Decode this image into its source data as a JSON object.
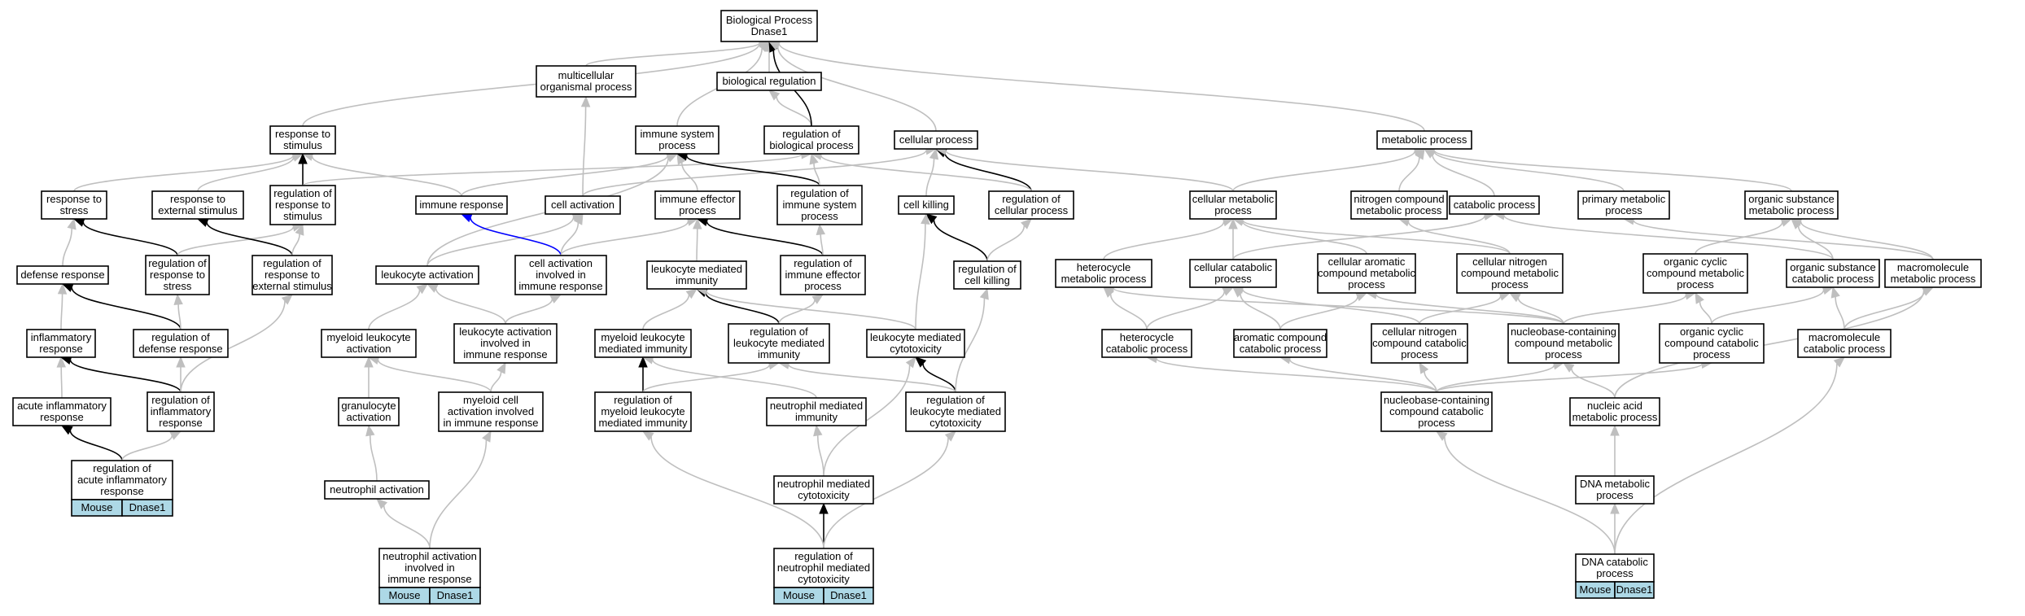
{
  "colors": {
    "edge_is_a": "#bfbfbf",
    "edge_regulates": "#000000",
    "edge_negatively_regulates": "#0000ff",
    "tag_fill": "#add8e6"
  },
  "nodes": [
    {
      "id": "bp",
      "lines": [
        "Biological Process",
        "Dnase1"
      ]
    },
    {
      "id": "multi",
      "lines": [
        "multicellular",
        "organismal process"
      ]
    },
    {
      "id": "bioreg",
      "lines": [
        "biological regulation"
      ]
    },
    {
      "id": "resp_stim",
      "lines": [
        "response to",
        "stimulus"
      ]
    },
    {
      "id": "imm_sys",
      "lines": [
        "immune system",
        "process"
      ]
    },
    {
      "id": "reg_bio",
      "lines": [
        "regulation of",
        "biological process"
      ]
    },
    {
      "id": "cell_proc",
      "lines": [
        "cellular process"
      ]
    },
    {
      "id": "metab",
      "lines": [
        "metabolic process"
      ]
    },
    {
      "id": "resp_stress",
      "lines": [
        "response to",
        "stress"
      ]
    },
    {
      "id": "resp_ext",
      "lines": [
        "response to",
        "external stimulus"
      ]
    },
    {
      "id": "reg_resp_stim",
      "lines": [
        "regulation of",
        "response to",
        "stimulus"
      ]
    },
    {
      "id": "imm_resp",
      "lines": [
        "immune response"
      ]
    },
    {
      "id": "cell_act",
      "lines": [
        "cell activation"
      ]
    },
    {
      "id": "imm_eff",
      "lines": [
        "immune effector",
        "process"
      ]
    },
    {
      "id": "reg_imm_sys",
      "lines": [
        "regulation of",
        "immune system",
        "process"
      ]
    },
    {
      "id": "cell_kill",
      "lines": [
        "cell killing"
      ]
    },
    {
      "id": "reg_cell_proc",
      "lines": [
        "regulation of",
        "cellular process"
      ]
    },
    {
      "id": "cell_metab",
      "lines": [
        "cellular metabolic",
        "process"
      ]
    },
    {
      "id": "nitro_metab",
      "lines": [
        "nitrogen compound",
        "metabolic process"
      ]
    },
    {
      "id": "catab",
      "lines": [
        "catabolic process"
      ]
    },
    {
      "id": "prim_metab",
      "lines": [
        "primary metabolic",
        "process"
      ]
    },
    {
      "id": "org_sub_metab",
      "lines": [
        "organic substance",
        "metabolic process"
      ]
    },
    {
      "id": "def_resp",
      "lines": [
        "defense response"
      ]
    },
    {
      "id": "reg_resp_stress",
      "lines": [
        "regulation of",
        "response to",
        "stress"
      ]
    },
    {
      "id": "reg_resp_ext",
      "lines": [
        "regulation of",
        "response to",
        "external stimulus"
      ]
    },
    {
      "id": "leuk_act",
      "lines": [
        "leukocyte activation"
      ]
    },
    {
      "id": "cell_act_imm",
      "lines": [
        "cell activation",
        "involved in",
        "immune response"
      ]
    },
    {
      "id": "leuk_med_imm",
      "lines": [
        "leukocyte mediated",
        "immunity"
      ]
    },
    {
      "id": "reg_imm_eff",
      "lines": [
        "regulation of",
        "immune effector",
        "process"
      ]
    },
    {
      "id": "reg_cell_kill",
      "lines": [
        "regulation of",
        "cell killing"
      ]
    },
    {
      "id": "hetero_metab",
      "lines": [
        "heterocycle",
        "metabolic process"
      ]
    },
    {
      "id": "cell_catab",
      "lines": [
        "cellular catabolic",
        "process"
      ]
    },
    {
      "id": "cell_arom",
      "lines": [
        "cellular aromatic",
        "compound metabolic",
        "process"
      ]
    },
    {
      "id": "cell_nitro_metab",
      "lines": [
        "cellular nitrogen",
        "compound metabolic",
        "process"
      ]
    },
    {
      "id": "org_cyc_metab",
      "lines": [
        "organic cyclic",
        "compound metabolic",
        "process"
      ]
    },
    {
      "id": "org_sub_catab",
      "lines": [
        "organic substance",
        "catabolic process"
      ]
    },
    {
      "id": "macro_metab",
      "lines": [
        "macromolecule",
        "metabolic process"
      ]
    },
    {
      "id": "inflam",
      "lines": [
        "inflammatory",
        "response"
      ]
    },
    {
      "id": "reg_def",
      "lines": [
        "regulation of",
        "defense response"
      ]
    },
    {
      "id": "myel_leuk_act",
      "lines": [
        "myeloid leukocyte",
        "activation"
      ]
    },
    {
      "id": "leuk_act_imm",
      "lines": [
        "leukocyte activation",
        "involved in",
        "immune response"
      ]
    },
    {
      "id": "myel_leuk_imm",
      "lines": [
        "myeloid leukocyte",
        "mediated immunity"
      ]
    },
    {
      "id": "reg_leuk_imm",
      "lines": [
        "regulation of",
        "leukocyte mediated",
        "immunity"
      ]
    },
    {
      "id": "leuk_cyto",
      "lines": [
        "leukocyte mediated",
        "cytotoxicity"
      ]
    },
    {
      "id": "hetero_catab",
      "lines": [
        "heterocycle",
        "catabolic process"
      ]
    },
    {
      "id": "arom_catab",
      "lines": [
        "aromatic compound",
        "catabolic process"
      ]
    },
    {
      "id": "cell_nitro_catab",
      "lines": [
        "cellular nitrogen",
        "compound catabolic",
        "process"
      ]
    },
    {
      "id": "nucl_metab",
      "lines": [
        "nucleobase-containing",
        "compound metabolic",
        "process"
      ]
    },
    {
      "id": "org_cyc_catab",
      "lines": [
        "organic cyclic",
        "compound catabolic",
        "process"
      ]
    },
    {
      "id": "macro_catab",
      "lines": [
        "macromolecule",
        "catabolic process"
      ]
    },
    {
      "id": "acute_inflam",
      "lines": [
        "acute inflammatory",
        "response"
      ]
    },
    {
      "id": "reg_inflam",
      "lines": [
        "regulation of",
        "inflammatory",
        "response"
      ]
    },
    {
      "id": "granulo_act",
      "lines": [
        "granulocyte",
        "activation"
      ]
    },
    {
      "id": "myel_cell_act_imm",
      "lines": [
        "myeloid cell",
        "activation involved",
        "in immune response"
      ]
    },
    {
      "id": "reg_myel_imm",
      "lines": [
        "regulation of",
        "myeloid leukocyte",
        "mediated immunity"
      ]
    },
    {
      "id": "neut_med_imm",
      "lines": [
        "neutrophil mediated",
        "immunity"
      ]
    },
    {
      "id": "reg_leuk_cyto",
      "lines": [
        "regulation of",
        "leukocyte mediated",
        "cytotoxicity"
      ]
    },
    {
      "id": "nucl_catab",
      "lines": [
        "nucleobase-containing",
        "compound catabolic",
        "process"
      ]
    },
    {
      "id": "nuc_acid_metab",
      "lines": [
        "nucleic acid",
        "metabolic process"
      ]
    },
    {
      "id": "reg_acute_inflam",
      "lines": [
        "regulation of",
        "acute inflammatory",
        "response"
      ],
      "tags": [
        "Mouse",
        "Dnase1"
      ]
    },
    {
      "id": "neut_act",
      "lines": [
        "neutrophil activation"
      ]
    },
    {
      "id": "neut_cyto",
      "lines": [
        "neutrophil mediated",
        "cytotoxicity"
      ]
    },
    {
      "id": "dna_metab",
      "lines": [
        "DNA metabolic",
        "process"
      ]
    },
    {
      "id": "neut_act_imm",
      "lines": [
        "neutrophil activation",
        "involved in",
        "immune response"
      ],
      "tags": [
        "Mouse",
        "Dnase1"
      ]
    },
    {
      "id": "reg_neut_cyto",
      "lines": [
        "regulation of",
        "neutrophil mediated",
        "cytotoxicity"
      ],
      "tags": [
        "Mouse",
        "Dnase1"
      ]
    },
    {
      "id": "dna_catab",
      "lines": [
        "DNA catabolic",
        "process"
      ],
      "tags": [
        "Mouse",
        "Dnase1"
      ]
    }
  ],
  "edges": [
    {
      "from": "multi",
      "to": "bp",
      "type": "is_a"
    },
    {
      "from": "bioreg",
      "to": "bp",
      "type": "is_a"
    },
    {
      "from": "resp_stim",
      "to": "bp",
      "type": "is_a"
    },
    {
      "from": "imm_sys",
      "to": "bp",
      "type": "is_a"
    },
    {
      "from": "reg_bio",
      "to": "bioreg",
      "type": "is_a"
    },
    {
      "from": "reg_bio",
      "to": "bp",
      "type": "regulates"
    },
    {
      "from": "cell_proc",
      "to": "bp",
      "type": "is_a"
    },
    {
      "from": "metab",
      "to": "bp",
      "type": "is_a"
    },
    {
      "from": "resp_stress",
      "to": "resp_stim",
      "type": "is_a"
    },
    {
      "from": "resp_ext",
      "to": "resp_stim",
      "type": "is_a"
    },
    {
      "from": "reg_resp_stim",
      "to": "resp_stim",
      "type": "regulates"
    },
    {
      "from": "reg_resp_stim",
      "to": "reg_bio",
      "type": "is_a"
    },
    {
      "from": "imm_resp",
      "to": "resp_stim",
      "type": "is_a"
    },
    {
      "from": "imm_resp",
      "to": "imm_sys",
      "type": "is_a"
    },
    {
      "from": "cell_act",
      "to": "multi",
      "type": "is_a"
    },
    {
      "from": "cell_act",
      "to": "cell_proc",
      "type": "is_a"
    },
    {
      "from": "imm_eff",
      "to": "imm_sys",
      "type": "is_a"
    },
    {
      "from": "reg_imm_sys",
      "to": "imm_sys",
      "type": "regulates"
    },
    {
      "from": "reg_imm_sys",
      "to": "reg_bio",
      "type": "is_a"
    },
    {
      "from": "cell_kill",
      "to": "cell_proc",
      "type": "is_a"
    },
    {
      "from": "reg_cell_proc",
      "to": "cell_proc",
      "type": "regulates"
    },
    {
      "from": "reg_cell_proc",
      "to": "reg_bio",
      "type": "is_a"
    },
    {
      "from": "cell_metab",
      "to": "metab",
      "type": "is_a"
    },
    {
      "from": "cell_metab",
      "to": "cell_proc",
      "type": "is_a"
    },
    {
      "from": "nitro_metab",
      "to": "metab",
      "type": "is_a"
    },
    {
      "from": "catab",
      "to": "metab",
      "type": "is_a"
    },
    {
      "from": "prim_metab",
      "to": "metab",
      "type": "is_a"
    },
    {
      "from": "org_sub_metab",
      "to": "metab",
      "type": "is_a"
    },
    {
      "from": "def_resp",
      "to": "resp_stress",
      "type": "is_a"
    },
    {
      "from": "reg_resp_stress",
      "to": "resp_stress",
      "type": "regulates"
    },
    {
      "from": "reg_resp_stress",
      "to": "reg_resp_stim",
      "type": "is_a"
    },
    {
      "from": "reg_resp_ext",
      "to": "resp_ext",
      "type": "regulates"
    },
    {
      "from": "reg_resp_ext",
      "to": "reg_resp_stim",
      "type": "is_a"
    },
    {
      "from": "leuk_act",
      "to": "cell_act",
      "type": "is_a"
    },
    {
      "from": "leuk_act",
      "to": "imm_sys",
      "type": "is_a"
    },
    {
      "from": "cell_act_imm",
      "to": "cell_act",
      "type": "is_a"
    },
    {
      "from": "cell_act_imm",
      "to": "imm_resp",
      "type": "negatively_regulates"
    },
    {
      "from": "cell_act_imm",
      "to": "imm_eff",
      "type": "is_a"
    },
    {
      "from": "leuk_med_imm",
      "to": "imm_eff",
      "type": "is_a"
    },
    {
      "from": "reg_imm_eff",
      "to": "imm_eff",
      "type": "regulates"
    },
    {
      "from": "reg_imm_eff",
      "to": "reg_imm_sys",
      "type": "is_a"
    },
    {
      "from": "reg_cell_kill",
      "to": "cell_kill",
      "type": "regulates"
    },
    {
      "from": "reg_cell_kill",
      "to": "reg_cell_proc",
      "type": "is_a"
    },
    {
      "from": "hetero_metab",
      "to": "cell_metab",
      "type": "is_a"
    },
    {
      "from": "cell_catab",
      "to": "cell_metab",
      "type": "is_a"
    },
    {
      "from": "cell_catab",
      "to": "catab",
      "type": "is_a"
    },
    {
      "from": "cell_arom",
      "to": "cell_metab",
      "type": "is_a"
    },
    {
      "from": "cell_nitro_metab",
      "to": "cell_metab",
      "type": "is_a"
    },
    {
      "from": "cell_nitro_metab",
      "to": "nitro_metab",
      "type": "is_a"
    },
    {
      "from": "org_cyc_metab",
      "to": "org_sub_metab",
      "type": "is_a"
    },
    {
      "from": "org_sub_catab",
      "to": "org_sub_metab",
      "type": "is_a"
    },
    {
      "from": "org_sub_catab",
      "to": "catab",
      "type": "is_a"
    },
    {
      "from": "macro_metab",
      "to": "org_sub_metab",
      "type": "is_a"
    },
    {
      "from": "macro_metab",
      "to": "prim_metab",
      "type": "is_a"
    },
    {
      "from": "inflam",
      "to": "def_resp",
      "type": "is_a"
    },
    {
      "from": "reg_def",
      "to": "def_resp",
      "type": "regulates"
    },
    {
      "from": "reg_def",
      "to": "reg_resp_stress",
      "type": "is_a"
    },
    {
      "from": "myel_leuk_act",
      "to": "leuk_act",
      "type": "is_a"
    },
    {
      "from": "leuk_act_imm",
      "to": "leuk_act",
      "type": "is_a"
    },
    {
      "from": "leuk_act_imm",
      "to": "cell_act_imm",
      "type": "is_a"
    },
    {
      "from": "myel_leuk_imm",
      "to": "leuk_med_imm",
      "type": "is_a"
    },
    {
      "from": "reg_leuk_imm",
      "to": "leuk_med_imm",
      "type": "regulates"
    },
    {
      "from": "reg_leuk_imm",
      "to": "reg_imm_eff",
      "type": "is_a"
    },
    {
      "from": "leuk_cyto",
      "to": "leuk_med_imm",
      "type": "is_a"
    },
    {
      "from": "leuk_cyto",
      "to": "cell_kill",
      "type": "is_a"
    },
    {
      "from": "hetero_catab",
      "to": "hetero_metab",
      "type": "is_a"
    },
    {
      "from": "hetero_catab",
      "to": "cell_catab",
      "type": "is_a"
    },
    {
      "from": "arom_catab",
      "to": "cell_arom",
      "type": "is_a"
    },
    {
      "from": "arom_catab",
      "to": "cell_catab",
      "type": "is_a"
    },
    {
      "from": "cell_nitro_catab",
      "to": "cell_nitro_metab",
      "type": "is_a"
    },
    {
      "from": "cell_nitro_catab",
      "to": "cell_catab",
      "type": "is_a"
    },
    {
      "from": "nucl_metab",
      "to": "hetero_metab",
      "type": "is_a"
    },
    {
      "from": "nucl_metab",
      "to": "cell_arom",
      "type": "is_a"
    },
    {
      "from": "nucl_metab",
      "to": "cell_nitro_metab",
      "type": "is_a"
    },
    {
      "from": "nucl_metab",
      "to": "org_cyc_metab",
      "type": "is_a"
    },
    {
      "from": "org_cyc_catab",
      "to": "org_cyc_metab",
      "type": "is_a"
    },
    {
      "from": "org_cyc_catab",
      "to": "org_sub_catab",
      "type": "is_a"
    },
    {
      "from": "macro_catab",
      "to": "macro_metab",
      "type": "is_a"
    },
    {
      "from": "macro_catab",
      "to": "org_sub_catab",
      "type": "is_a"
    },
    {
      "from": "acute_inflam",
      "to": "inflam",
      "type": "is_a"
    },
    {
      "from": "reg_inflam",
      "to": "inflam",
      "type": "regulates"
    },
    {
      "from": "reg_inflam",
      "to": "reg_def",
      "type": "is_a"
    },
    {
      "from": "reg_inflam",
      "to": "reg_resp_ext",
      "type": "is_a"
    },
    {
      "from": "granulo_act",
      "to": "myel_leuk_act",
      "type": "is_a"
    },
    {
      "from": "myel_cell_act_imm",
      "to": "myel_leuk_act",
      "type": "is_a"
    },
    {
      "from": "myel_cell_act_imm",
      "to": "leuk_act_imm",
      "type": "is_a"
    },
    {
      "from": "reg_myel_imm",
      "to": "myel_leuk_imm",
      "type": "regulates"
    },
    {
      "from": "reg_myel_imm",
      "to": "reg_leuk_imm",
      "type": "is_a"
    },
    {
      "from": "neut_med_imm",
      "to": "myel_leuk_imm",
      "type": "is_a"
    },
    {
      "from": "reg_leuk_cyto",
      "to": "leuk_cyto",
      "type": "regulates"
    },
    {
      "from": "reg_leuk_cyto",
      "to": "reg_leuk_imm",
      "type": "is_a"
    },
    {
      "from": "reg_leuk_cyto",
      "to": "reg_cell_kill",
      "type": "is_a"
    },
    {
      "from": "nucl_catab",
      "to": "nucl_metab",
      "type": "is_a"
    },
    {
      "from": "nucl_catab",
      "to": "hetero_catab",
      "type": "is_a"
    },
    {
      "from": "nucl_catab",
      "to": "arom_catab",
      "type": "is_a"
    },
    {
      "from": "nucl_catab",
      "to": "cell_nitro_catab",
      "type": "is_a"
    },
    {
      "from": "nucl_catab",
      "to": "org_cyc_catab",
      "type": "is_a"
    },
    {
      "from": "nuc_acid_metab",
      "to": "nucl_metab",
      "type": "is_a"
    },
    {
      "from": "nuc_acid_metab",
      "to": "macro_metab",
      "type": "is_a"
    },
    {
      "from": "reg_acute_inflam",
      "to": "acute_inflam",
      "type": "regulates"
    },
    {
      "from": "reg_acute_inflam",
      "to": "reg_inflam",
      "type": "is_a"
    },
    {
      "from": "neut_act",
      "to": "granulo_act",
      "type": "is_a"
    },
    {
      "from": "neut_cyto",
      "to": "neut_med_imm",
      "type": "is_a"
    },
    {
      "from": "neut_cyto",
      "to": "leuk_cyto",
      "type": "is_a"
    },
    {
      "from": "dna_metab",
      "to": "nuc_acid_metab",
      "type": "is_a"
    },
    {
      "from": "neut_act_imm",
      "to": "neut_act",
      "type": "is_a"
    },
    {
      "from": "neut_act_imm",
      "to": "myel_cell_act_imm",
      "type": "is_a"
    },
    {
      "from": "reg_neut_cyto",
      "to": "neut_cyto",
      "type": "regulates"
    },
    {
      "from": "reg_neut_cyto",
      "to": "reg_myel_imm",
      "type": "is_a"
    },
    {
      "from": "reg_neut_cyto",
      "to": "reg_leuk_cyto",
      "type": "is_a"
    },
    {
      "from": "dna_catab",
      "to": "dna_metab",
      "type": "is_a"
    },
    {
      "from": "dna_catab",
      "to": "nucl_catab",
      "type": "is_a"
    },
    {
      "from": "dna_catab",
      "to": "macro_catab",
      "type": "is_a"
    }
  ]
}
